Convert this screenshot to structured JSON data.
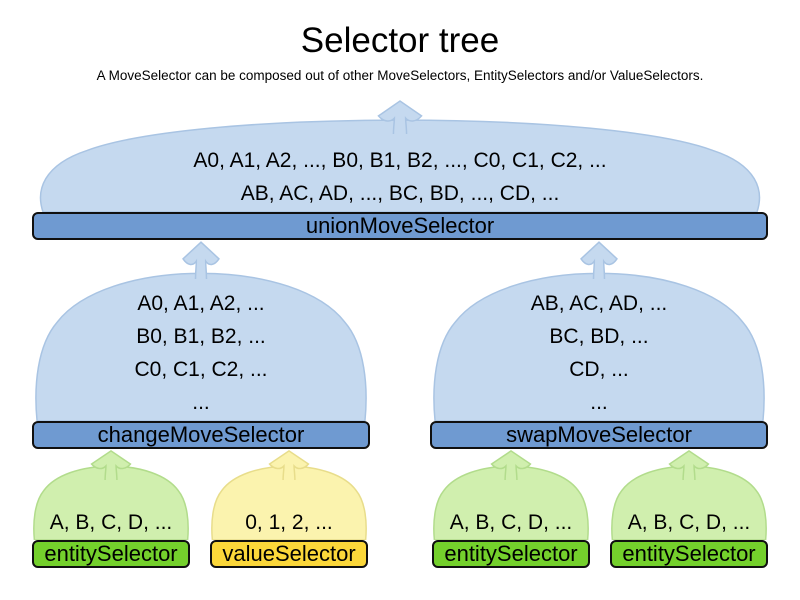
{
  "header": {
    "title": "Selector tree",
    "subtitle": "A MoveSelector can be composed out of other MoveSelectors, EntitySelectors and/or ValueSelectors."
  },
  "nodes": {
    "union": {
      "label": "unionMoveSelector",
      "lines": [
        "A0, A1, A2, ..., B0, B1, B2, ..., C0, C1, C2, ...",
        "AB, AC, AD, ..., BC, BD, ..., CD, ..."
      ]
    },
    "change": {
      "label": "changeMoveSelector",
      "lines": [
        "A0, A1, A2, ...",
        "B0, B1, B2, ...",
        "C0, C1, C2, ...",
        "..."
      ]
    },
    "swap": {
      "label": "swapMoveSelector",
      "lines": [
        "AB, AC, AD, ...",
        "BC, BD, ...",
        "CD, ...",
        "..."
      ]
    },
    "entity1": {
      "label": "entitySelector",
      "lines": [
        "A, B, C, D, ..."
      ]
    },
    "value1": {
      "label": "valueSelector",
      "lines": [
        "0, 1, 2, ..."
      ]
    },
    "entity2": {
      "label": "entitySelector",
      "lines": [
        "A, B, C, D, ..."
      ]
    },
    "entity3": {
      "label": "entitySelector",
      "lines": [
        "A, B, C, D, ..."
      ]
    }
  },
  "colors": {
    "blue-cloud": "#c5d9ef",
    "blue-cloud-border": "#a9c4e3",
    "blue-bar": "#6f9ad1",
    "green-cloud": "#d0efae",
    "green-cloud-border": "#b2dc8c",
    "green-bar": "#74d02c",
    "yellow-cloud": "#fbf3ae",
    "yellow-cloud-border": "#e8dd8b",
    "yellow-bar": "#fbd73a",
    "bar-border": "#101010",
    "text": "#000000"
  }
}
